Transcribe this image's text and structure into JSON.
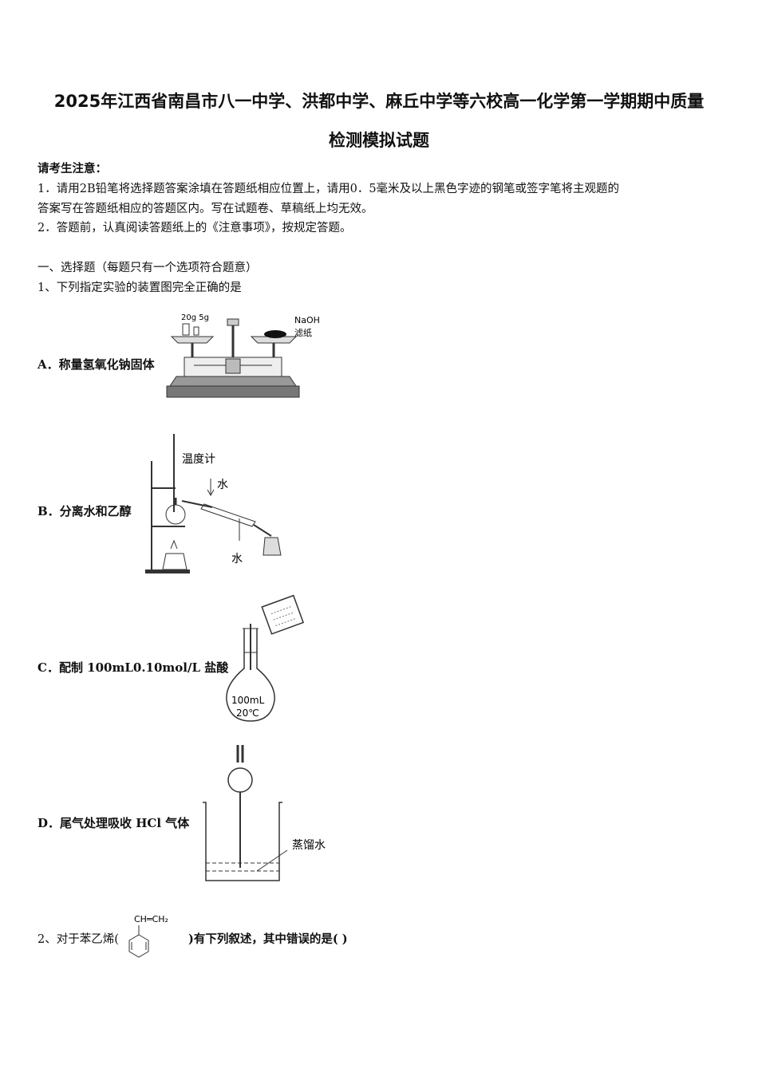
{
  "title": {
    "line1": "2025年江西省南昌市八一中学、洪都中学、麻丘中学等六校高一化学第一学期期中质量",
    "line2": "检测模拟试题"
  },
  "notice": {
    "heading": "请考生注意：",
    "item1_a": "1．请用2B铅笔将选择题答案涂填在答题纸相应位置上，请用0．5毫米及以上黑色字迹的钢笔或签字笔将主观题的",
    "item1_b": "答案写在答题纸相应的答题区内。写在试题卷、草稿纸上均无效。",
    "item2": "2．答题前，认真阅读答题纸上的《注意事项》，按规定答题。"
  },
  "section": {
    "heading": "一、选择题（每题只有一个选项符合题意）"
  },
  "q1": {
    "stem": "1、下列指定实验的装置图完全正确的是",
    "options": {
      "A": "A．称量氢氧化钠固体",
      "B": "B．分离水和乙醇",
      "C": "C．配制 100mL0.10mol/L 盐酸",
      "D": "D．尾气处理吸收 HCl 气体"
    },
    "figA": {
      "weights": "20g 5g",
      "naoh": "NaOH",
      "paper": "滤纸"
    },
    "figB": {
      "thermometer": "温度计",
      "water_in": "水",
      "water_out": "水"
    },
    "figC": {
      "volume": "100mL",
      "temp": "20℃"
    },
    "figD": {
      "liquid": "蒸馏水"
    }
  },
  "q2": {
    "stem_pre": "2、对于苯乙烯(",
    "stem_post": ")有下列叙述，其中错误的是(    )",
    "formula": "CH═CH₂"
  }
}
